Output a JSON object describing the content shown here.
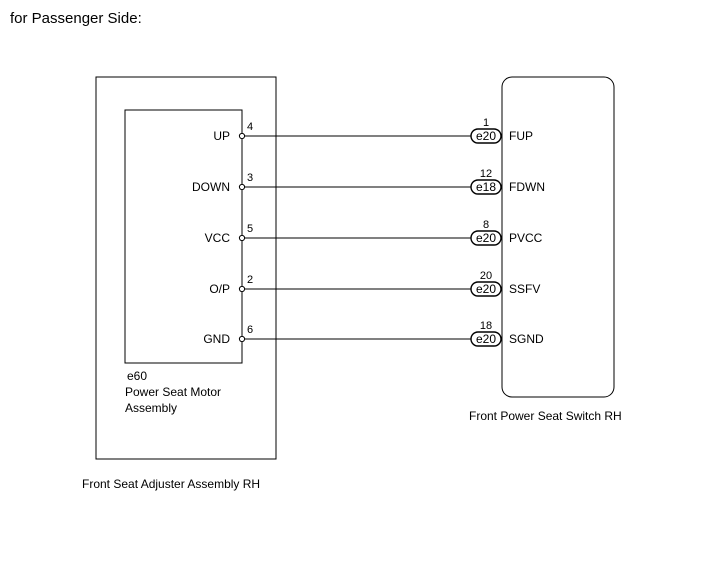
{
  "header": {
    "title": "for Passenger Side:"
  },
  "left_component": {
    "caption": "Front Seat Adjuster Assembly RH",
    "inner_connector": "e60",
    "inner_name_line1": "Power Seat Motor",
    "inner_name_line2": "Assembly"
  },
  "right_component": {
    "caption": "Front Power Seat Switch RH"
  },
  "wires": [
    {
      "left_label": "UP",
      "left_pin": "4",
      "right_pin": "1",
      "connector": "e20",
      "right_label": "FUP"
    },
    {
      "left_label": "DOWN",
      "left_pin": "3",
      "right_pin": "12",
      "connector": "e18",
      "right_label": "FDWN"
    },
    {
      "left_label": "VCC",
      "left_pin": "5",
      "right_pin": "8",
      "connector": "e20",
      "right_label": "PVCC"
    },
    {
      "left_label": "O/P",
      "left_pin": "2",
      "right_pin": "20",
      "connector": "e20",
      "right_label": "SSFV"
    },
    {
      "left_label": "GND",
      "left_pin": "6",
      "right_pin": "18",
      "connector": "e20",
      "right_label": "SGND"
    }
  ]
}
